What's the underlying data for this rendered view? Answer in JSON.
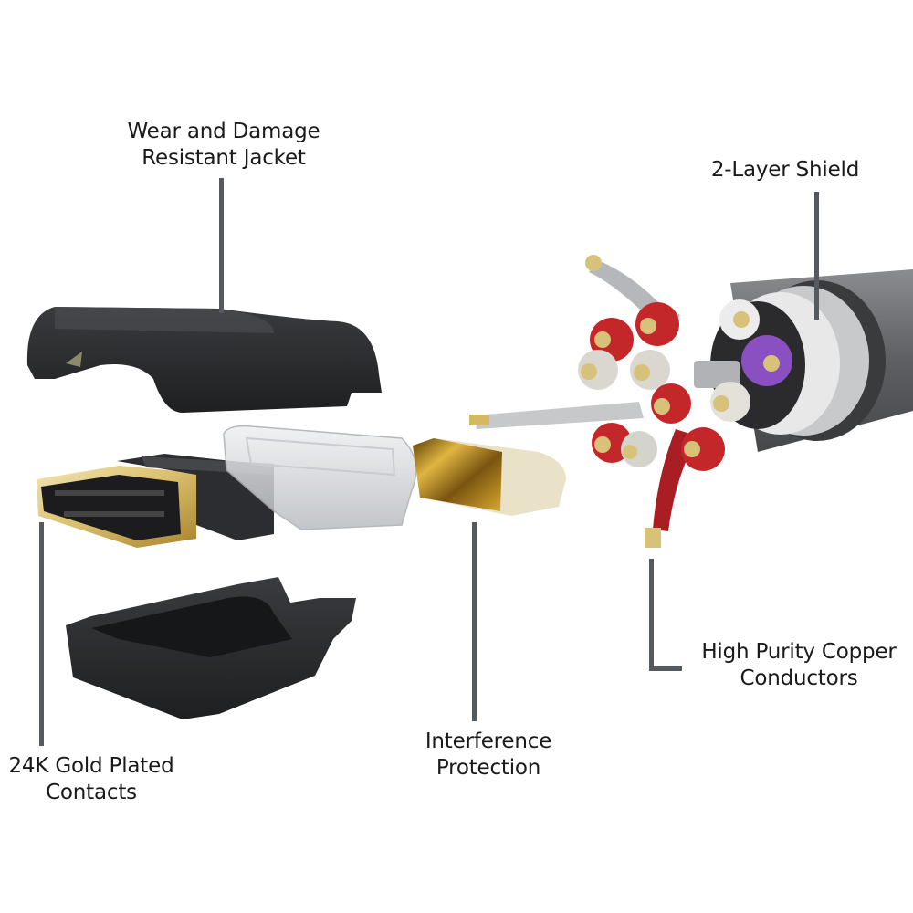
{
  "diagram": {
    "title": "HDMI cable exploded view",
    "colors": {
      "leader_line": "#555a5e",
      "jacket": "#2a2b2d",
      "gold": "#c9a44a",
      "red_conductor": "#c4272a",
      "purple_conductor": "#8a4fc0",
      "grey_insulation": "#cfd0d2",
      "outer_sheath": "#6d6f72"
    },
    "callouts": [
      {
        "id": "jacket",
        "line1": "Wear and Damage",
        "line2": "Resistant Jacket"
      },
      {
        "id": "shield",
        "line1": "2-Layer Shield",
        "line2": ""
      },
      {
        "id": "conductors",
        "line1": "High Purity Copper",
        "line2": "Conductors"
      },
      {
        "id": "interference",
        "line1": "Interference",
        "line2": "Protection"
      },
      {
        "id": "contacts",
        "line1": "24K Gold Plated",
        "line2": "Contacts"
      }
    ],
    "components": [
      "top-jacket-shell",
      "hdmi-gold-plug",
      "clear-inner-housing",
      "gold-interference-shield",
      "bottom-jacket-shell",
      "cable-with-exposed-conductors"
    ]
  }
}
